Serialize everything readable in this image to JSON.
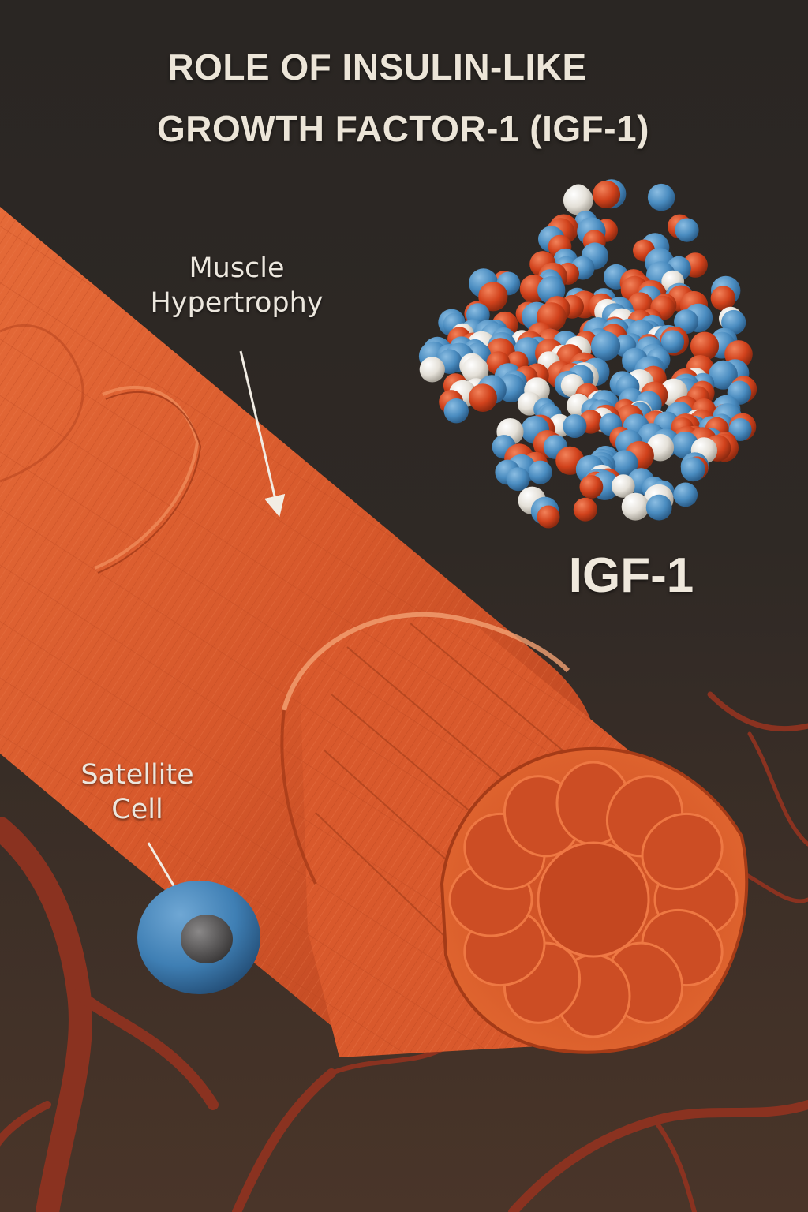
{
  "title": {
    "line1": "ROLE OF INSULIN-LIKE",
    "line2": "GROWTH FACTOR-1 (IGF-1)"
  },
  "labels": {
    "muscle_hypertrophy_line1": "Muscle",
    "muscle_hypertrophy_line2": "Hypertrophy",
    "satellite_cell_line1": "Satellite",
    "satellite_cell_line2": "Cell",
    "molecule": "IGF-1"
  },
  "colors": {
    "background_dark": "#2b2622",
    "background_floor": "#4a3428",
    "muscle": "#d9572b",
    "muscle_dark": "#a8391a",
    "vessel": "#8a3220",
    "atom_blue": "#4a8cc0",
    "atom_red": "#d1421c",
    "atom_white": "#e8e4dc",
    "satellite_cell": "#3f7fb4",
    "label_text": "#ece7de"
  }
}
